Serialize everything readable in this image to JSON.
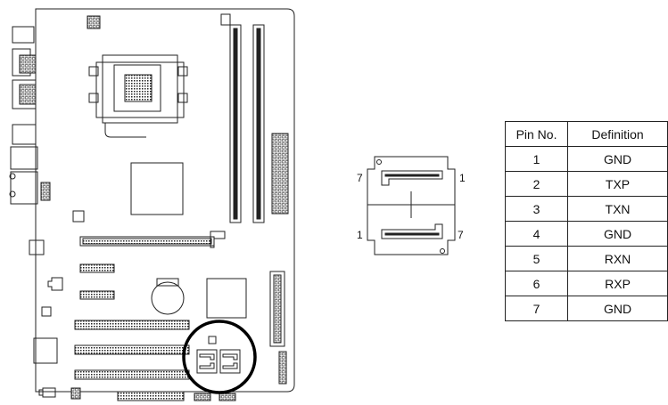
{
  "connector": {
    "label_top_left": "7",
    "label_top_right": "1",
    "label_bottom_left": "1",
    "label_bottom_right": "7"
  },
  "pin_table": {
    "headers": [
      "Pin No.",
      "Definition"
    ],
    "rows": [
      [
        "1",
        "GND"
      ],
      [
        "2",
        "TXP"
      ],
      [
        "3",
        "TXN"
      ],
      [
        "4",
        "GND"
      ],
      [
        "5",
        "RXN"
      ],
      [
        "6",
        "RXP"
      ],
      [
        "7",
        "GND"
      ]
    ]
  },
  "colors": {
    "line": "#222222",
    "fill": "#ffffff",
    "highlight": "#000000"
  }
}
